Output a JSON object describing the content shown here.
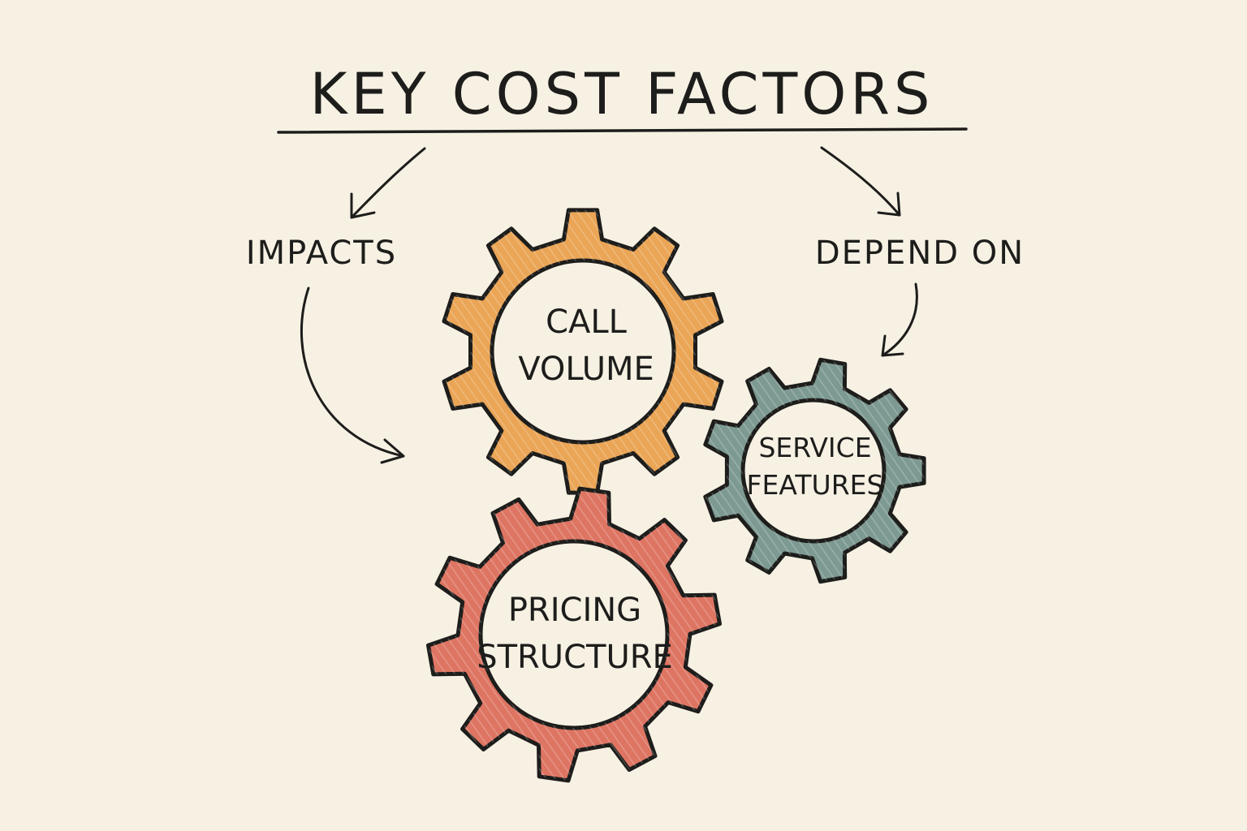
{
  "title": "KEY COST FACTORS",
  "left_label": "IMPACTS",
  "right_label": "DEPEND ON",
  "gears": [
    {
      "id": "call-volume",
      "lines": [
        "CALL",
        "VOLUME"
      ],
      "color": "#eaa556"
    },
    {
      "id": "service-features",
      "lines": [
        "SERVICE",
        "FEATURES"
      ],
      "color": "#7d9a92"
    },
    {
      "id": "pricing-structure",
      "lines": [
        "PRICING",
        "STRUCTURE"
      ],
      "color": "#de7563"
    }
  ],
  "colors": {
    "background": "#f7f1e4",
    "ink": "#1d1d1b"
  }
}
